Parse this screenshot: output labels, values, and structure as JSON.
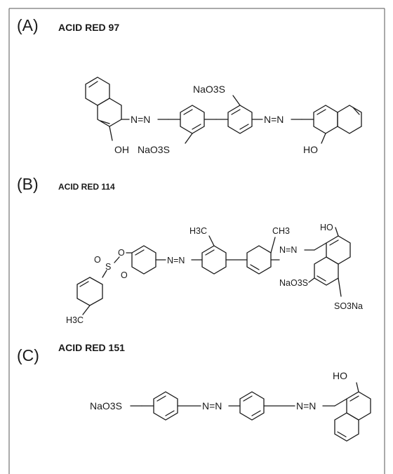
{
  "frame_color": "#555555",
  "ink_color": "#1a1a1a",
  "panels": [
    {
      "letter": "(A)",
      "title": "ACID RED 97"
    },
    {
      "letter": "(B)",
      "title": "ACID RED 114"
    },
    {
      "letter": "(C)",
      "title": "ACID RED 151"
    }
  ],
  "labels": {
    "azo": "N=N",
    "oh": "OH",
    "ho": "HO",
    "naso3s": "NaO3S",
    "so3na": "SO3Na",
    "methyl_h3c": "H3C",
    "methyl_ch3": "CH3",
    "oxygen": "O",
    "sulfur": "S"
  }
}
